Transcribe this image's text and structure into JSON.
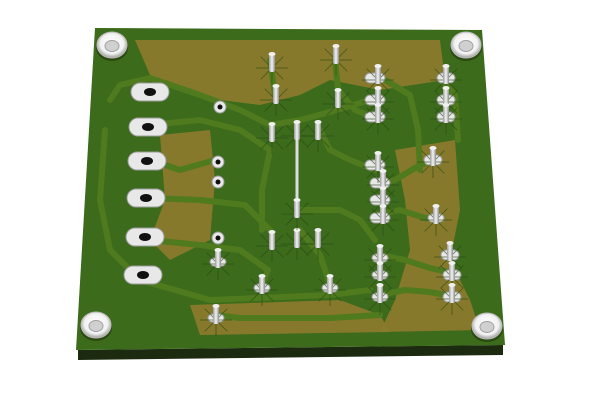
{
  "board": {
    "mask_color": "#3b6b1b",
    "mask_dark": "#25470f",
    "copper_color": "#8a7a2c",
    "trace_color": "#4f7a1e",
    "edge_color": "#1c2a10",
    "pad_color": "#e8e8e8",
    "pin_color": "#c8c8c8"
  },
  "components": {
    "mounting_holes": 4,
    "screw_terminal_pads": 6,
    "ic_a_pins": 6,
    "ic_b_pins": 6,
    "header_left_pins": 7,
    "header_right_pins": 7
  }
}
